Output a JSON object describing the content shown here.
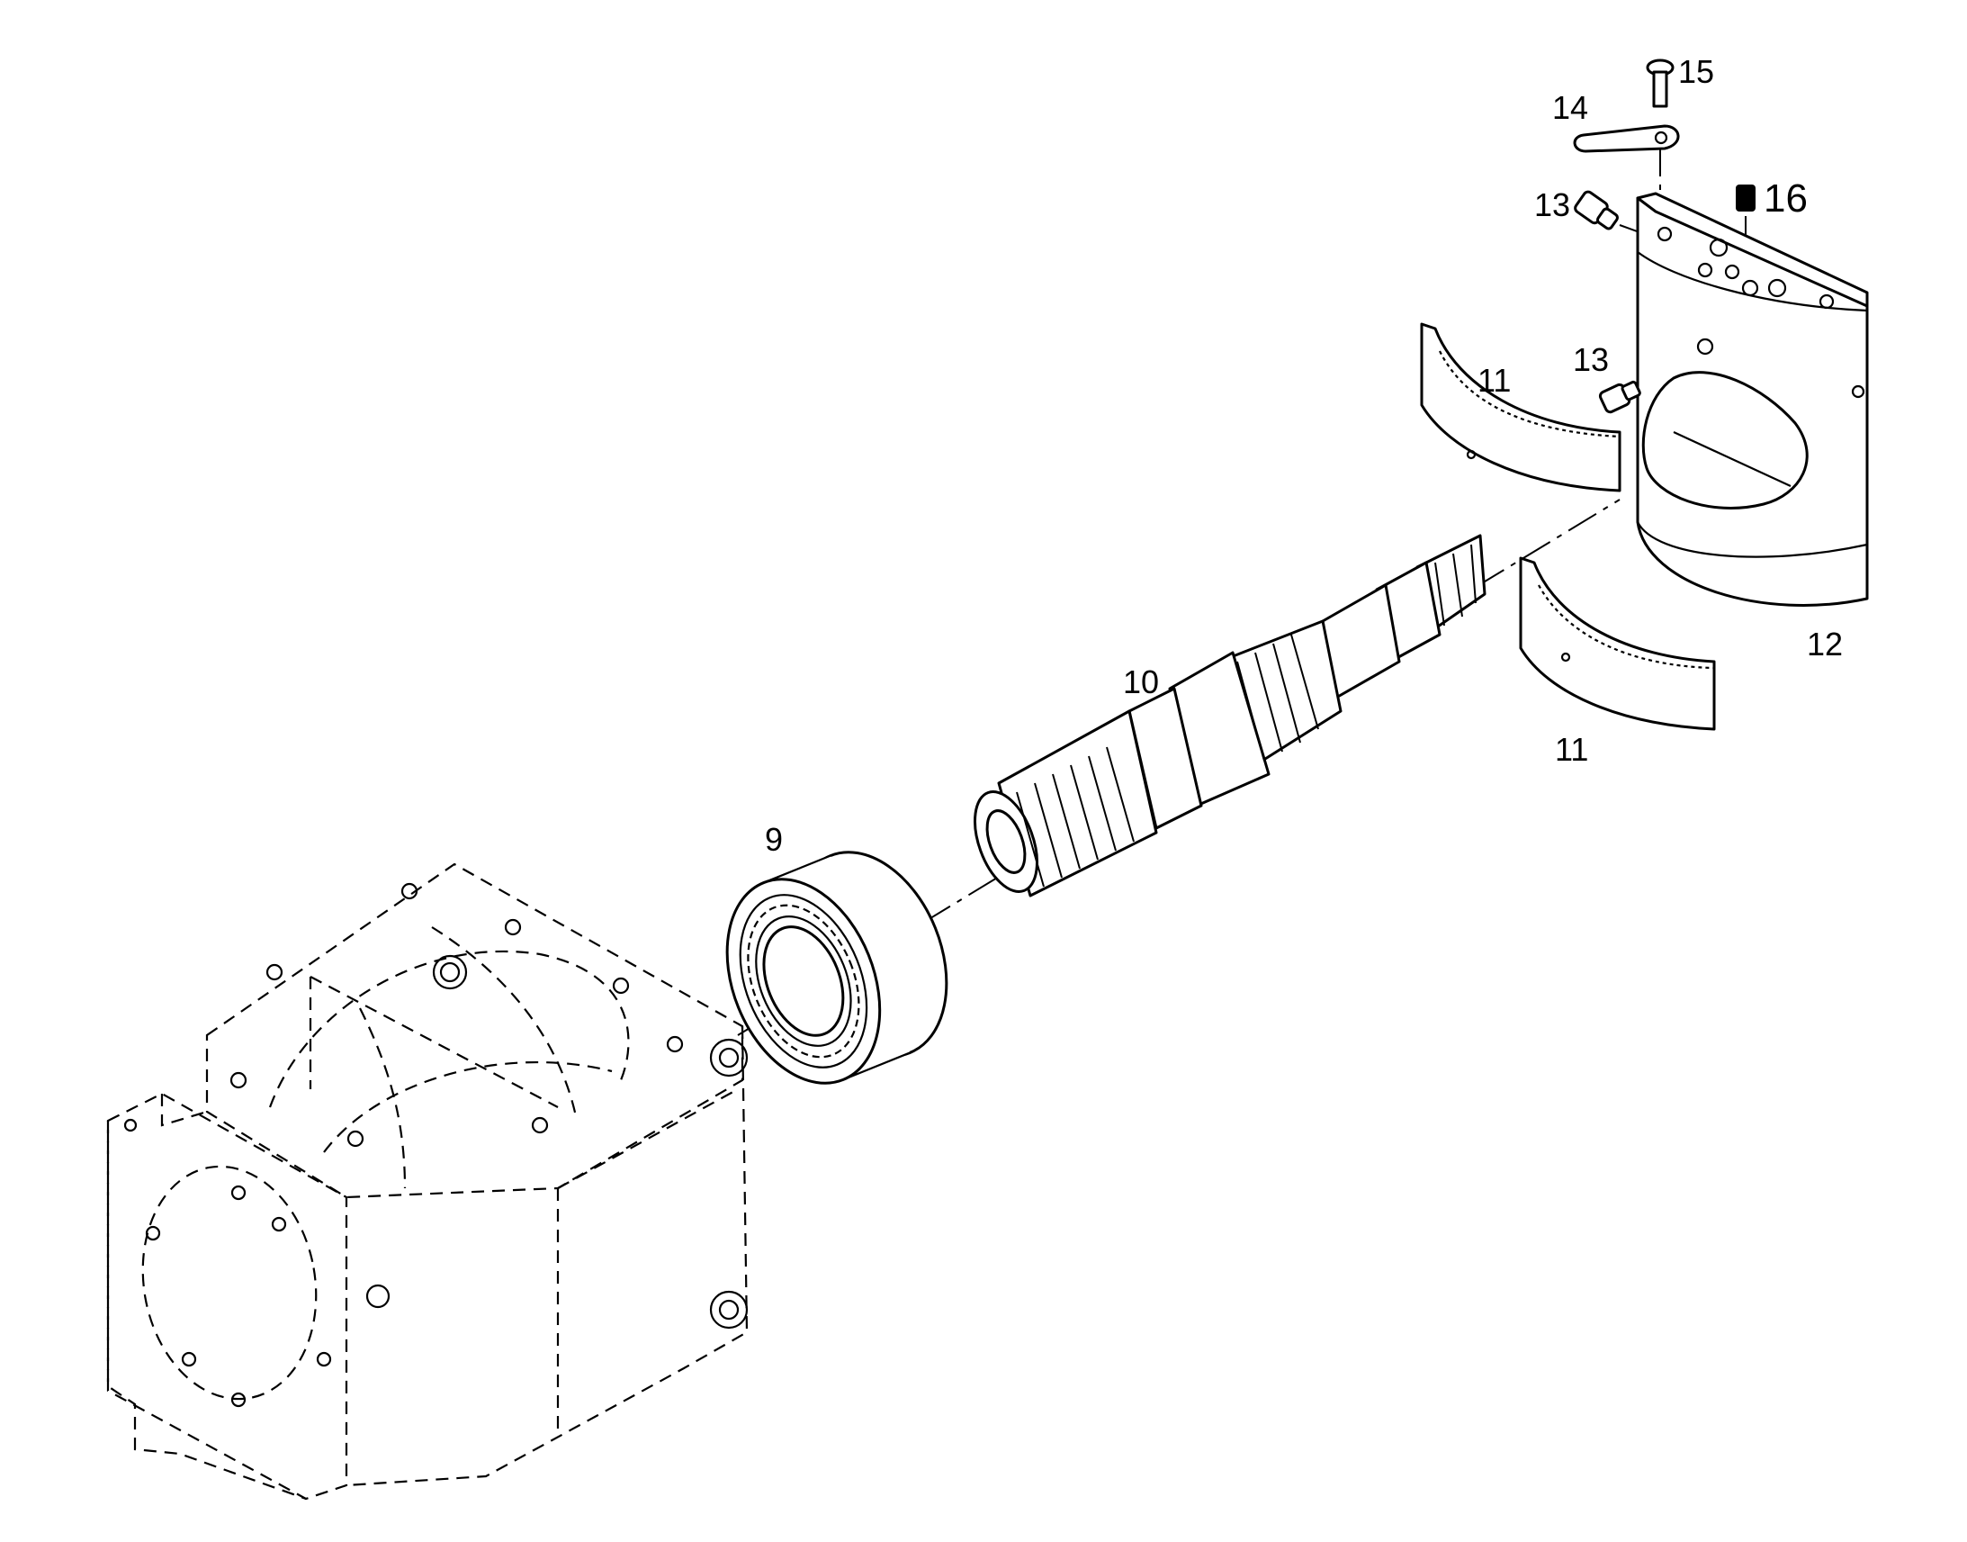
{
  "callouts": {
    "c9": "9",
    "c10": "10",
    "c11a": "11",
    "c11b": "11",
    "c12": "12",
    "c13a": "13",
    "c13b": "13",
    "c14": "14",
    "c15": "15",
    "c16": "16"
  }
}
